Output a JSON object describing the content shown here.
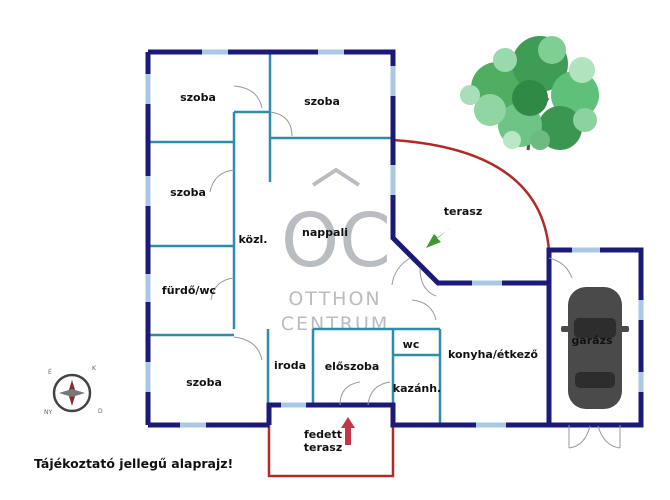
{
  "rooms": {
    "szoba_top_left": "szoba",
    "szoba_top_mid": "szoba",
    "szoba_mid_left": "szoba",
    "kozl": "közl.",
    "nappali": "nappali",
    "terasz": "terasz",
    "furdo_wc": "fürdő/wc",
    "garazs": "garázs",
    "wc": "wc",
    "konyha": "konyha/étkező",
    "szoba_bottom_left": "szoba",
    "iroda": "iroda",
    "eloszoba": "előszoba",
    "kazanh": "kazánh.",
    "fedett_terasz_1": "fedett",
    "fedett_terasz_2": "terasz"
  },
  "watermark": {
    "monogram": "OC",
    "line1": "OTTHON",
    "line2": "CENTRUM"
  },
  "note": "Tájékoztató jellegű alaprajz!",
  "colors": {
    "outer_wall": "#1c1a78",
    "inner_wall": "#2e8eaa",
    "window": "#a9c8e4",
    "terrace_line": "#b02a2a",
    "watermark": "#b9bcc0",
    "entry_arrow": "#c2364a",
    "sun_arrow": "#3e9a2f"
  }
}
